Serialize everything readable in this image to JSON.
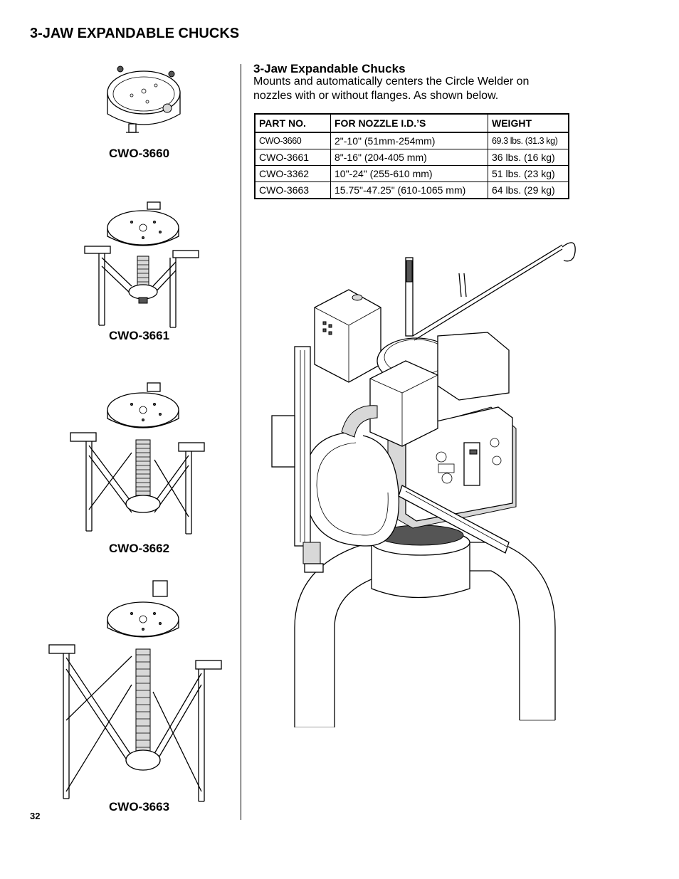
{
  "page": {
    "title": "3-JAW EXPANDABLE CHUCKS",
    "page_number": "32"
  },
  "products": [
    {
      "part": "CWO-3660",
      "icon": "chuck-cwo-3660-icon"
    },
    {
      "part": "CWO-3661",
      "icon": "chuck-cwo-3661-icon"
    },
    {
      "part": "CWO-3662",
      "icon": "chuck-cwo-3662-icon"
    },
    {
      "part": "CWO-3663",
      "icon": "chuck-cwo-3663-icon"
    }
  ],
  "section": {
    "heading": "3-Jaw Expandable Chucks",
    "intro_line1": "Mounts and automatically centers the Circle Welder on",
    "intro_line2": "nozzles with or without flanges. As shown below."
  },
  "table": {
    "headers": [
      "PART NO.",
      "FOR NOZZLE I.D.’S",
      "WEIGHT"
    ],
    "rows": [
      [
        "CWO-3660",
        "2\"-10\" (51mm-254mm)",
        "69.3 lbs. (31.3 kg)"
      ],
      [
        "CWO-3661",
        "8\"-16\" (204-405 mm)",
        "36 lbs. (16 kg)"
      ],
      [
        "CWO-3362",
        "10\"-24\" (255-610 mm)",
        "51 lbs. (23 kg)"
      ],
      [
        "CWO-3663",
        "15.75\"-47.25\" (610-1065 mm)",
        "64 lbs. (29 kg)"
      ]
    ]
  },
  "illustration": {
    "icon": "circle-welder-on-nozzle-icon"
  }
}
